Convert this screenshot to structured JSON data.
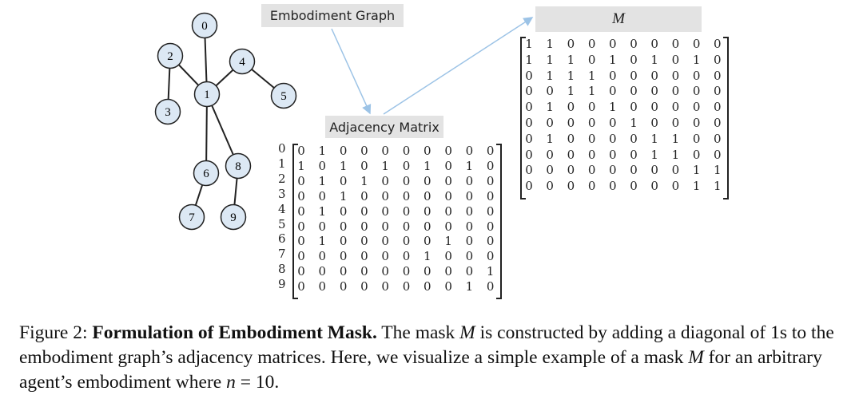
{
  "labels": {
    "embodiment_graph": "Embodiment Graph",
    "adjacency_matrix": "Adjacency Matrix",
    "mask": "M"
  },
  "graph": {
    "nodes": [
      "0",
      "1",
      "2",
      "3",
      "4",
      "5",
      "6",
      "7",
      "8",
      "9"
    ],
    "edges": [
      [
        0,
        1
      ],
      [
        1,
        2
      ],
      [
        2,
        3
      ],
      [
        1,
        4
      ],
      [
        4,
        5
      ],
      [
        1,
        6
      ],
      [
        6,
        7
      ],
      [
        1,
        8
      ],
      [
        8,
        9
      ]
    ],
    "node_fill": "#dce8f4",
    "arrow_color": "#9cc3e6"
  },
  "adjacency": {
    "row_indices": [
      "0",
      "1",
      "2",
      "3",
      "4",
      "5",
      "6",
      "7",
      "8",
      "9"
    ],
    "rows": [
      [
        0,
        1,
        0,
        0,
        0,
        0,
        0,
        0,
        0,
        0
      ],
      [
        1,
        0,
        1,
        0,
        1,
        0,
        1,
        0,
        1,
        0
      ],
      [
        0,
        1,
        0,
        1,
        0,
        0,
        0,
        0,
        0,
        0
      ],
      [
        0,
        0,
        1,
        0,
        0,
        0,
        0,
        0,
        0,
        0
      ],
      [
        0,
        1,
        0,
        0,
        0,
        0,
        0,
        0,
        0,
        0
      ],
      [
        0,
        0,
        0,
        0,
        0,
        0,
        0,
        0,
        0,
        0
      ],
      [
        0,
        1,
        0,
        0,
        0,
        0,
        0,
        1,
        0,
        0
      ],
      [
        0,
        0,
        0,
        0,
        0,
        0,
        1,
        0,
        0,
        0
      ],
      [
        0,
        0,
        0,
        0,
        0,
        0,
        0,
        0,
        0,
        1
      ],
      [
        0,
        0,
        0,
        0,
        0,
        0,
        0,
        0,
        1,
        0
      ]
    ]
  },
  "mask": {
    "rows": [
      [
        1,
        1,
        0,
        0,
        0,
        0,
        0,
        0,
        0,
        0
      ],
      [
        1,
        1,
        1,
        0,
        1,
        0,
        1,
        0,
        1,
        0
      ],
      [
        0,
        1,
        1,
        1,
        0,
        0,
        0,
        0,
        0,
        0
      ],
      [
        0,
        0,
        1,
        1,
        0,
        0,
        0,
        0,
        0,
        0
      ],
      [
        0,
        1,
        0,
        0,
        1,
        0,
        0,
        0,
        0,
        0
      ],
      [
        0,
        0,
        0,
        0,
        0,
        1,
        0,
        0,
        0,
        0
      ],
      [
        0,
        1,
        0,
        0,
        0,
        0,
        1,
        1,
        0,
        0
      ],
      [
        0,
        0,
        0,
        0,
        0,
        0,
        1,
        1,
        0,
        0
      ],
      [
        0,
        0,
        0,
        0,
        0,
        0,
        0,
        0,
        1,
        1
      ],
      [
        0,
        0,
        0,
        0,
        0,
        0,
        0,
        0,
        1,
        1
      ]
    ]
  },
  "caption": {
    "prefix": "Figure 2: ",
    "title": "Formulation of Embodiment Mask.",
    "t1": " The mask ",
    "m1": "M",
    "t2": " is constructed by adding a diagonal of 1s to the embodiment graph’s adjacency matrices. Here, we visualize a simple example of a mask ",
    "m2": "M",
    "t3": " for an arbitrary agent’s embodiment where ",
    "n": "n",
    "eq": " = 10."
  }
}
